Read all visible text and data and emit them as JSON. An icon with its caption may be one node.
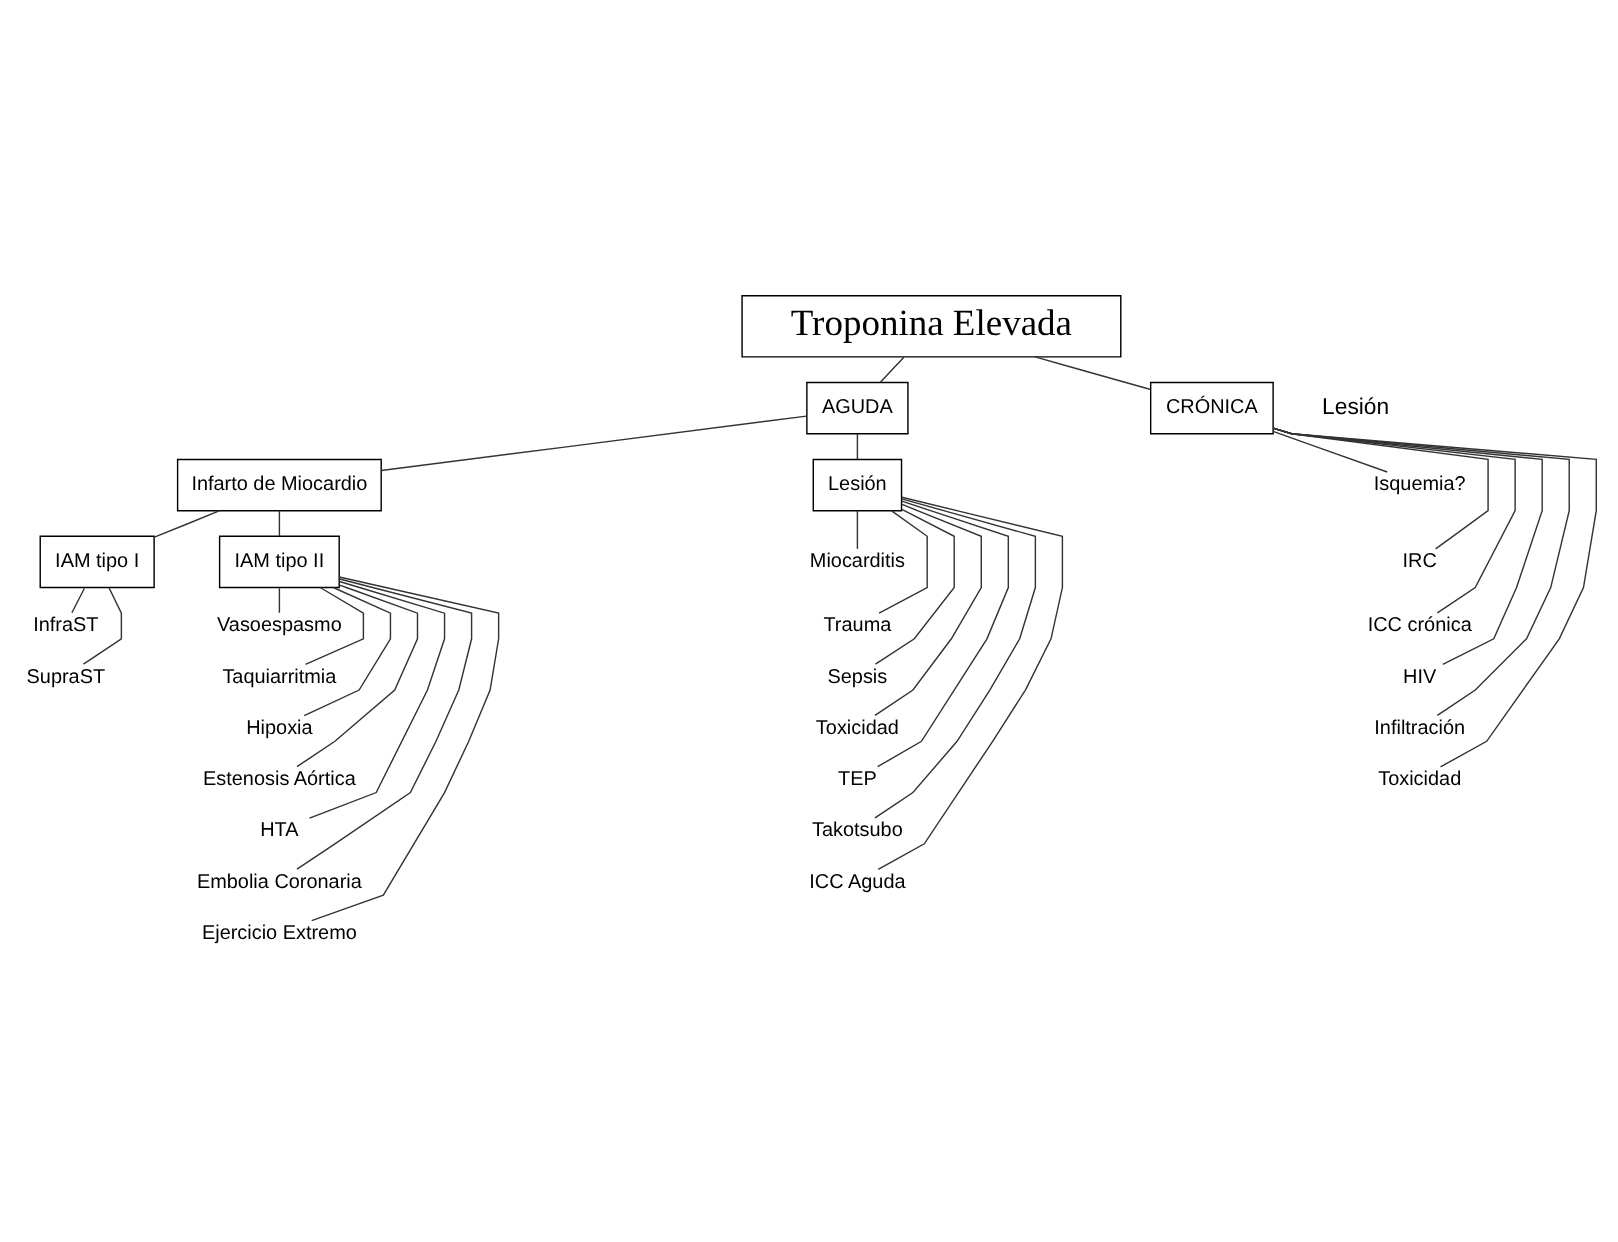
{
  "diagram": {
    "nodes": [
      {
        "text": [
          "Troponina Elevada"
        ]
      },
      {
        "text": [
          "AGUDA"
        ]
      },
      {
        "text": [
          "CRÓNICA"
        ],
        "beside": [
          "Lesión"
        ]
      },
      {
        "text": [
          "Infarto de Miocardio"
        ]
      },
      {
        "text": [
          "Lesión"
        ]
      },
      {
        "text": [
          "IAM tipo I"
        ]
      },
      {
        "text": [
          "IAM tipo II"
        ]
      },
      {
        "text": [
          "InfraST"
        ]
      },
      {
        "text": [
          "SupraST"
        ]
      },
      {
        "text": [
          "Vasoespasmo"
        ]
      },
      {
        "text": [
          "Taquiarritmia"
        ]
      },
      {
        "text": [
          "Hipoxia"
        ]
      },
      {
        "text": [
          "Estenosis Aórtica"
        ]
      },
      {
        "text": [
          "HTA"
        ]
      },
      {
        "text": [
          "Embolia Coronaria"
        ]
      },
      {
        "text": [
          "Ejercicio Extremo"
        ]
      },
      {
        "text": [
          "Miocarditis"
        ]
      },
      {
        "text": [
          "Trauma"
        ]
      },
      {
        "text": [
          "Sepsis"
        ]
      },
      {
        "text": [
          "Toxicidad"
        ]
      },
      {
        "text": [
          "TEP"
        ]
      },
      {
        "text": [
          "Takotsubo"
        ]
      },
      {
        "text": [
          "ICC Aguda"
        ]
      },
      {
        "text": [
          "Isquemia?"
        ]
      },
      {
        "text": [
          "IRC"
        ]
      },
      {
        "text": [
          "ICC crónica"
        ]
      },
      {
        "text": [
          "HIV"
        ]
      },
      {
        "text": [
          "Infiltración"
        ]
      },
      {
        "text": [
          "Toxicidad"
        ]
      }
    ],
    "edges": [
      {
        "from": 0,
        "to": 1,
        "arrow": "none"
      },
      {
        "from": 0,
        "to": 2,
        "arrow": "none"
      },
      {
        "from": 1,
        "to": 3,
        "arrow": "none"
      },
      {
        "from": 1,
        "to": 4,
        "arrow": "none"
      },
      {
        "from": 3,
        "to": 5,
        "arrow": "none"
      },
      {
        "from": 3,
        "to": 6,
        "arrow": "none"
      },
      {
        "from": 5,
        "to": 7,
        "arrow": "none"
      },
      {
        "from": 5,
        "to": 8,
        "arrow": "none"
      },
      {
        "from": 6,
        "to": 9,
        "arrow": "none"
      },
      {
        "from": 6,
        "to": 10,
        "arrow": "none"
      },
      {
        "from": 6,
        "to": 11,
        "arrow": "none"
      },
      {
        "from": 6,
        "to": 12,
        "arrow": "none"
      },
      {
        "from": 6,
        "to": 13,
        "arrow": "none"
      },
      {
        "from": 6,
        "to": 14,
        "arrow": "none"
      },
      {
        "from": 6,
        "to": 15,
        "arrow": "none"
      },
      {
        "from": 4,
        "to": 16,
        "arrow": "none"
      },
      {
        "from": 4,
        "to": 17,
        "arrow": "none"
      },
      {
        "from": 4,
        "to": 18,
        "arrow": "none"
      },
      {
        "from": 4,
        "to": 19,
        "arrow": "none"
      },
      {
        "from": 4,
        "to": 20,
        "arrow": "none"
      },
      {
        "from": 4,
        "to": 21,
        "arrow": "none"
      },
      {
        "from": 4,
        "to": 22,
        "arrow": "none"
      },
      {
        "from": 2,
        "to": 23,
        "arrow": "none"
      },
      {
        "from": 2,
        "to": 24,
        "arrow": "none"
      },
      {
        "from": 2,
        "to": 25,
        "arrow": "none"
      },
      {
        "from": 2,
        "to": 26,
        "arrow": "none"
      },
      {
        "from": 2,
        "to": 27,
        "arrow": "none"
      },
      {
        "from": 2,
        "to": 28,
        "arrow": "none"
      }
    ]
  }
}
